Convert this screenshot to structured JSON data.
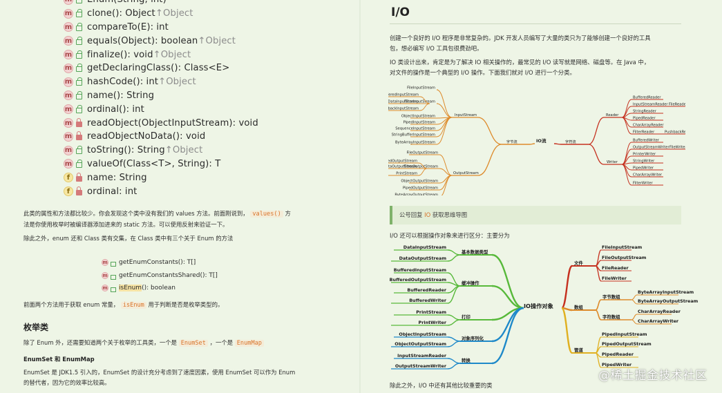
{
  "left": {
    "methods": [
      {
        "kind": "m",
        "access": "public",
        "sig": "Enum(String, int)",
        "inh": ""
      },
      {
        "kind": "m",
        "access": "public",
        "sig": "clone(): Object",
        "inh": "↑Object"
      },
      {
        "kind": "m",
        "access": "public",
        "sig": "compareTo(E): int",
        "inh": ""
      },
      {
        "kind": "m",
        "access": "public",
        "sig": "equals(Object): boolean",
        "inh": "↑Object"
      },
      {
        "kind": "m",
        "access": "public",
        "sig": "finalize(): void",
        "inh": "↑Object"
      },
      {
        "kind": "m",
        "access": "public",
        "sig": "getDeclaringClass(): Class<E>",
        "inh": ""
      },
      {
        "kind": "m",
        "access": "public",
        "sig": "hashCode(): int",
        "inh": "↑Object"
      },
      {
        "kind": "m",
        "access": "public",
        "sig": "name(): String",
        "inh": ""
      },
      {
        "kind": "m",
        "access": "public",
        "sig": "ordinal(): int",
        "inh": ""
      },
      {
        "kind": "m",
        "access": "private",
        "sig": "readObject(ObjectInputStream): void",
        "inh": ""
      },
      {
        "kind": "m",
        "access": "private",
        "sig": "readObjectNoData(): void",
        "inh": ""
      },
      {
        "kind": "m",
        "access": "public",
        "sig": "toString(): String",
        "inh": "↑Object"
      },
      {
        "kind": "m",
        "access": "public",
        "sig": "valueOf(Class<T>, String): T",
        "inh": ""
      },
      {
        "kind": "f",
        "access": "private",
        "sig": "name: String",
        "inh": ""
      },
      {
        "kind": "f",
        "access": "private",
        "sig": "ordinal: int",
        "inh": ""
      }
    ],
    "p1_a": "此类的属性和方法都比较少。你会发现这个类中没有我们的 values 方法。前面刚说到，",
    "p1_code": "values()",
    "p1_b": "方",
    "p1_c": "法是你使用枚举时被编译器添加进来的 static 方法。可以使用反射来验证一下。",
    "p2": "除此之外，enum 还和 Class 类有交集，在 Class 类中有三个关于 Enum 的方法",
    "class_methods": [
      {
        "pre": "",
        "hl": "",
        "sig": "getEnumConstants(): T[]"
      },
      {
        "pre": "",
        "hl": "",
        "sig": "getEnumConstantsShared(): T[]"
      },
      {
        "pre": "",
        "hl": "isEnum",
        "sig": "(): boolean"
      }
    ],
    "p3_a": "前面两个方法用于获取 enum 常量，",
    "p3_code": "isEnum",
    "p3_b": "用于判断是否是枚举类型的。",
    "h_enum_tools": "枚举类",
    "p4_a": "除了 Enum 外，还需要知道两个关于枚举的工具类，一个是",
    "p4_code1": "EnumSet",
    "p4_b": "，一个是",
    "p4_code2": "EnumMap",
    "h_enumset": "EnumSet 和 EnumMap",
    "p5_a": "EnumSet 是 JDK1.5 引入的，EnumSet 的设计充分考虑到了速度因素，使用 EnumSet 可以作为 Enum",
    "p5_b": "的替代者，因为它的效率比较高。"
  },
  "right": {
    "title": "I/O",
    "p1_a": "创建一个良好的 I/O 程序是非常复杂的。JDK 开发人员编写了大量的类只为了能够创建一个良好的工具",
    "p1_b": "包，想必编写 I/O 工具包很费劲吧。",
    "p2_a": "IO 类设计出来，肯定是为了解决 IO 相关操作的，最常见的 I/O 读写就是网络、磁盘等。在 Java 中，",
    "p2_b": "对文件的操作是一个典型的 I/O 操作。下面我们就对 I/O 进行一个分类。",
    "quote_a": "公号回复 ",
    "quote_hi": "IO",
    "quote_b": " 获取思维导图",
    "p3": "I/O 还可以根据操作对象来进行区分：主要分为",
    "p4": "除此之外，I/O 中还有其他比较重要的类"
  },
  "mindmap1": {
    "root": "IO流",
    "byte_stream": "字节流",
    "char_stream": "字符流",
    "input_stream": "InputStream",
    "output_stream": "OutputStream",
    "reader": "Reader",
    "writer": "Writer",
    "filter_input": "FilterInputStream",
    "filter_input_children": [
      "BufferedInputStream",
      "DataInputStream",
      "PushbackInputStream"
    ],
    "input_children": [
      "FileInputStream",
      "FilterInputStream",
      "ObjectInputStream",
      "PipedInputStream",
      "SequenceInputStream",
      "StringBufferInputStream",
      "ByteArrayInputStream"
    ],
    "filter_output": "FilterOutputStream",
    "filter_output_children": [
      "BufferedOutputStream",
      "DataOutputStream",
      "PrintStream"
    ],
    "output_children": [
      "FileOutputStream",
      "FilterOutputStream",
      "ObjectOutputStream",
      "PipedOutputStream",
      "ByteArrayOutputStream"
    ],
    "reader_children": [
      "BufferedReader",
      "InputStreamReader",
      "StringReader",
      "PipedReader",
      "CharArrayReader",
      "FilterReader"
    ],
    "reader_leaf1": "FileReader",
    "reader_leaf2": "PushbackReader",
    "writer_children": [
      "BufferedWriter",
      "OutputStreamWriter",
      "PrinterWriter",
      "StringWriter",
      "PipedWriter",
      "CharArrayWriter",
      "FilterWriter"
    ],
    "writer_leaf1": "FileWriter"
  },
  "mindmap2": {
    "root": "IO操作对象",
    "basic": {
      "label": "基本数据类型",
      "items": [
        "DataInputStream",
        "DataOutputStream"
      ]
    },
    "buffer": {
      "label": "缓冲操作",
      "items": [
        "BufferedInputStream",
        "BufferedOutputStream",
        "BufferedReader",
        "BufferedWriter"
      ]
    },
    "print": {
      "label": "打印",
      "items": [
        "PrintStream",
        "PrintWriter"
      ]
    },
    "objser": {
      "label": "对象序列化",
      "items": [
        "ObjectInputStream",
        "ObjectOutputStream"
      ]
    },
    "convert": {
      "label": "转换",
      "items": [
        "InputStreamReader",
        "OutputStreamWriter"
      ]
    },
    "file": {
      "label": "文件",
      "items": [
        "FileInputStream",
        "FileOutputStream",
        "FileReader",
        "FileWriter"
      ]
    },
    "array": {
      "label": "数组"
    },
    "bytearr": {
      "label": "字节数组",
      "items": [
        "ByteArrayInputStream",
        "ByteArrayOutputStream"
      ]
    },
    "chararr": {
      "label": "字符数组",
      "items": [
        "CharArrayReader",
        "CharArrayWriter"
      ]
    },
    "pipe": {
      "label": "管道",
      "items": [
        "PipedInputStream",
        "PipedOutputStream",
        "PipedReader",
        "PipedWriter"
      ]
    }
  },
  "watermark": "@稀土掘金技术社区",
  "colors": {
    "bg": "#eef5e6",
    "orange": "#dd8a2a",
    "red": "#c5301f",
    "green": "#57b93a",
    "blue": "#1e89c9",
    "yellow": "#e0b020"
  }
}
